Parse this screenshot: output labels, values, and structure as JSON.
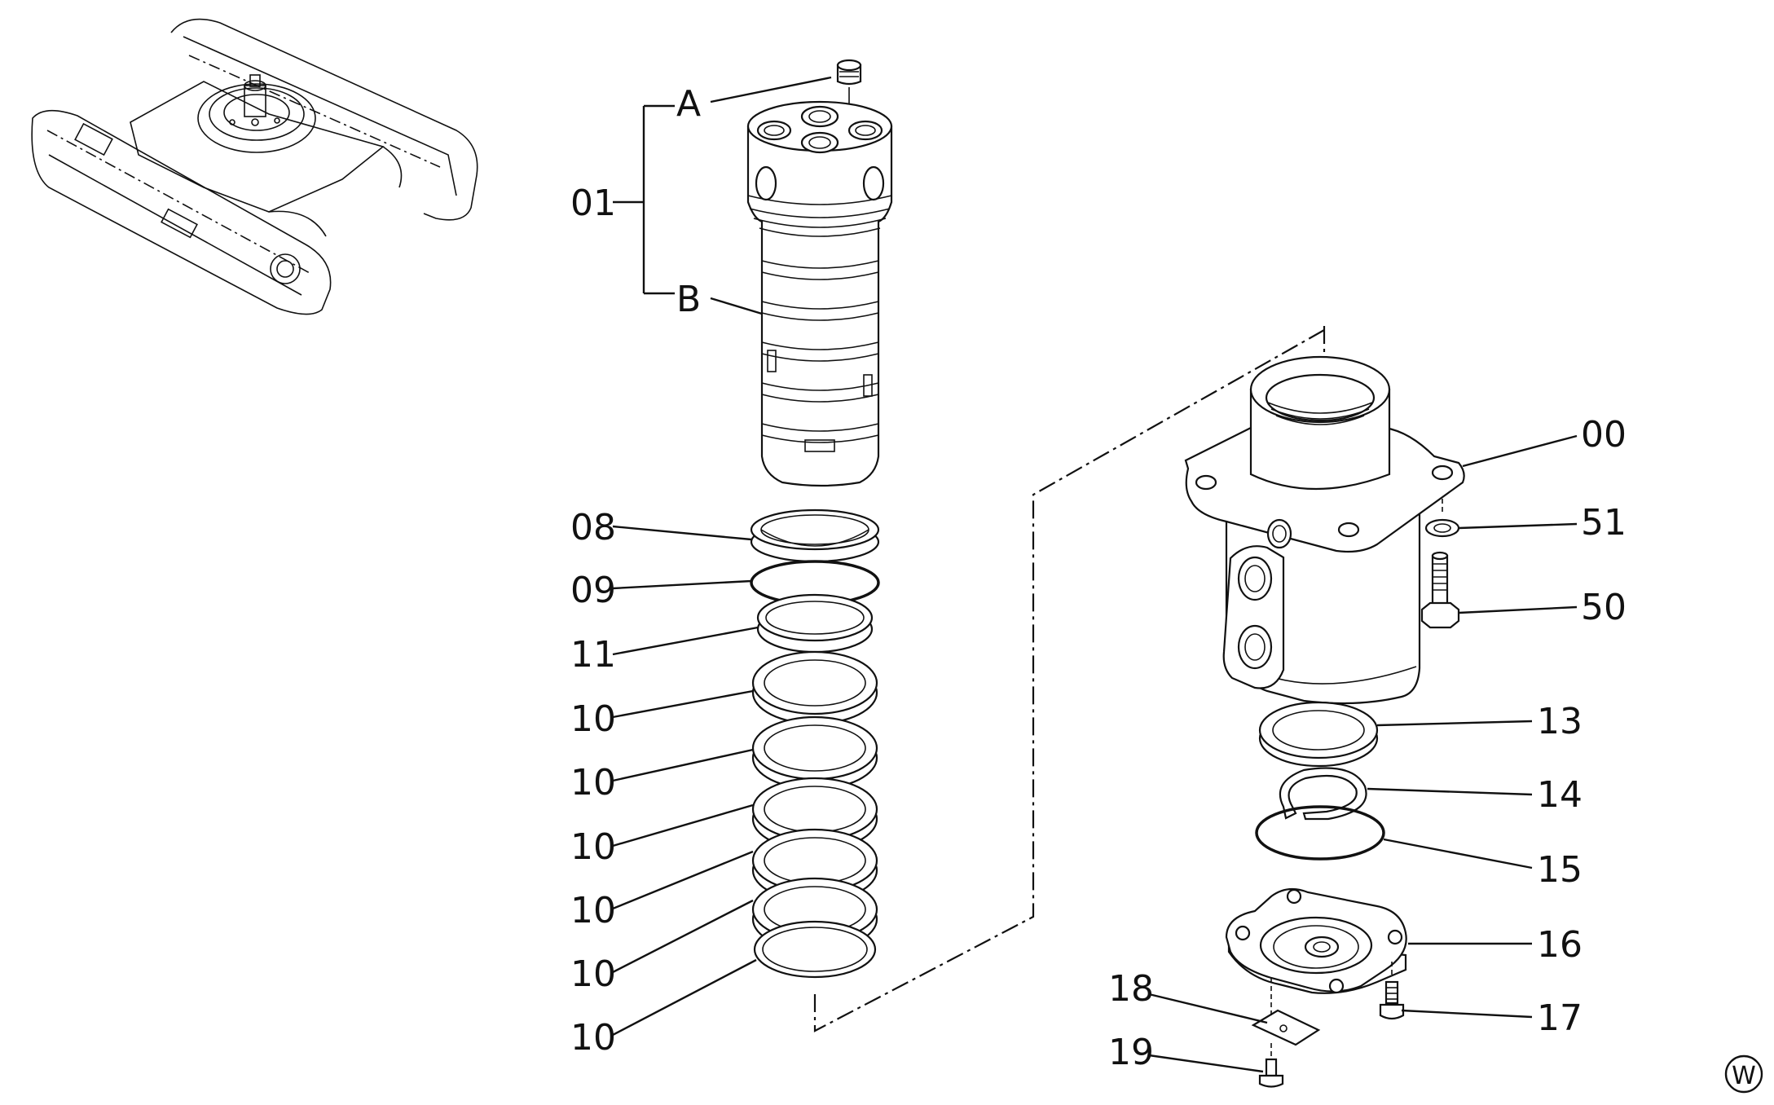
{
  "diagram": {
    "callouts": {
      "A": "A",
      "B": "B",
      "01": "01",
      "08": "08",
      "09": "09",
      "11": "11",
      "10a": "10",
      "10b": "10",
      "10c": "10",
      "10d": "10",
      "10e": "10",
      "10f": "10",
      "00": "00",
      "51": "51",
      "50": "50",
      "13": "13",
      "14": "14",
      "15": "15",
      "16": "16",
      "17": "17",
      "18": "18",
      "19": "19"
    },
    "corner_mark": "W"
  }
}
